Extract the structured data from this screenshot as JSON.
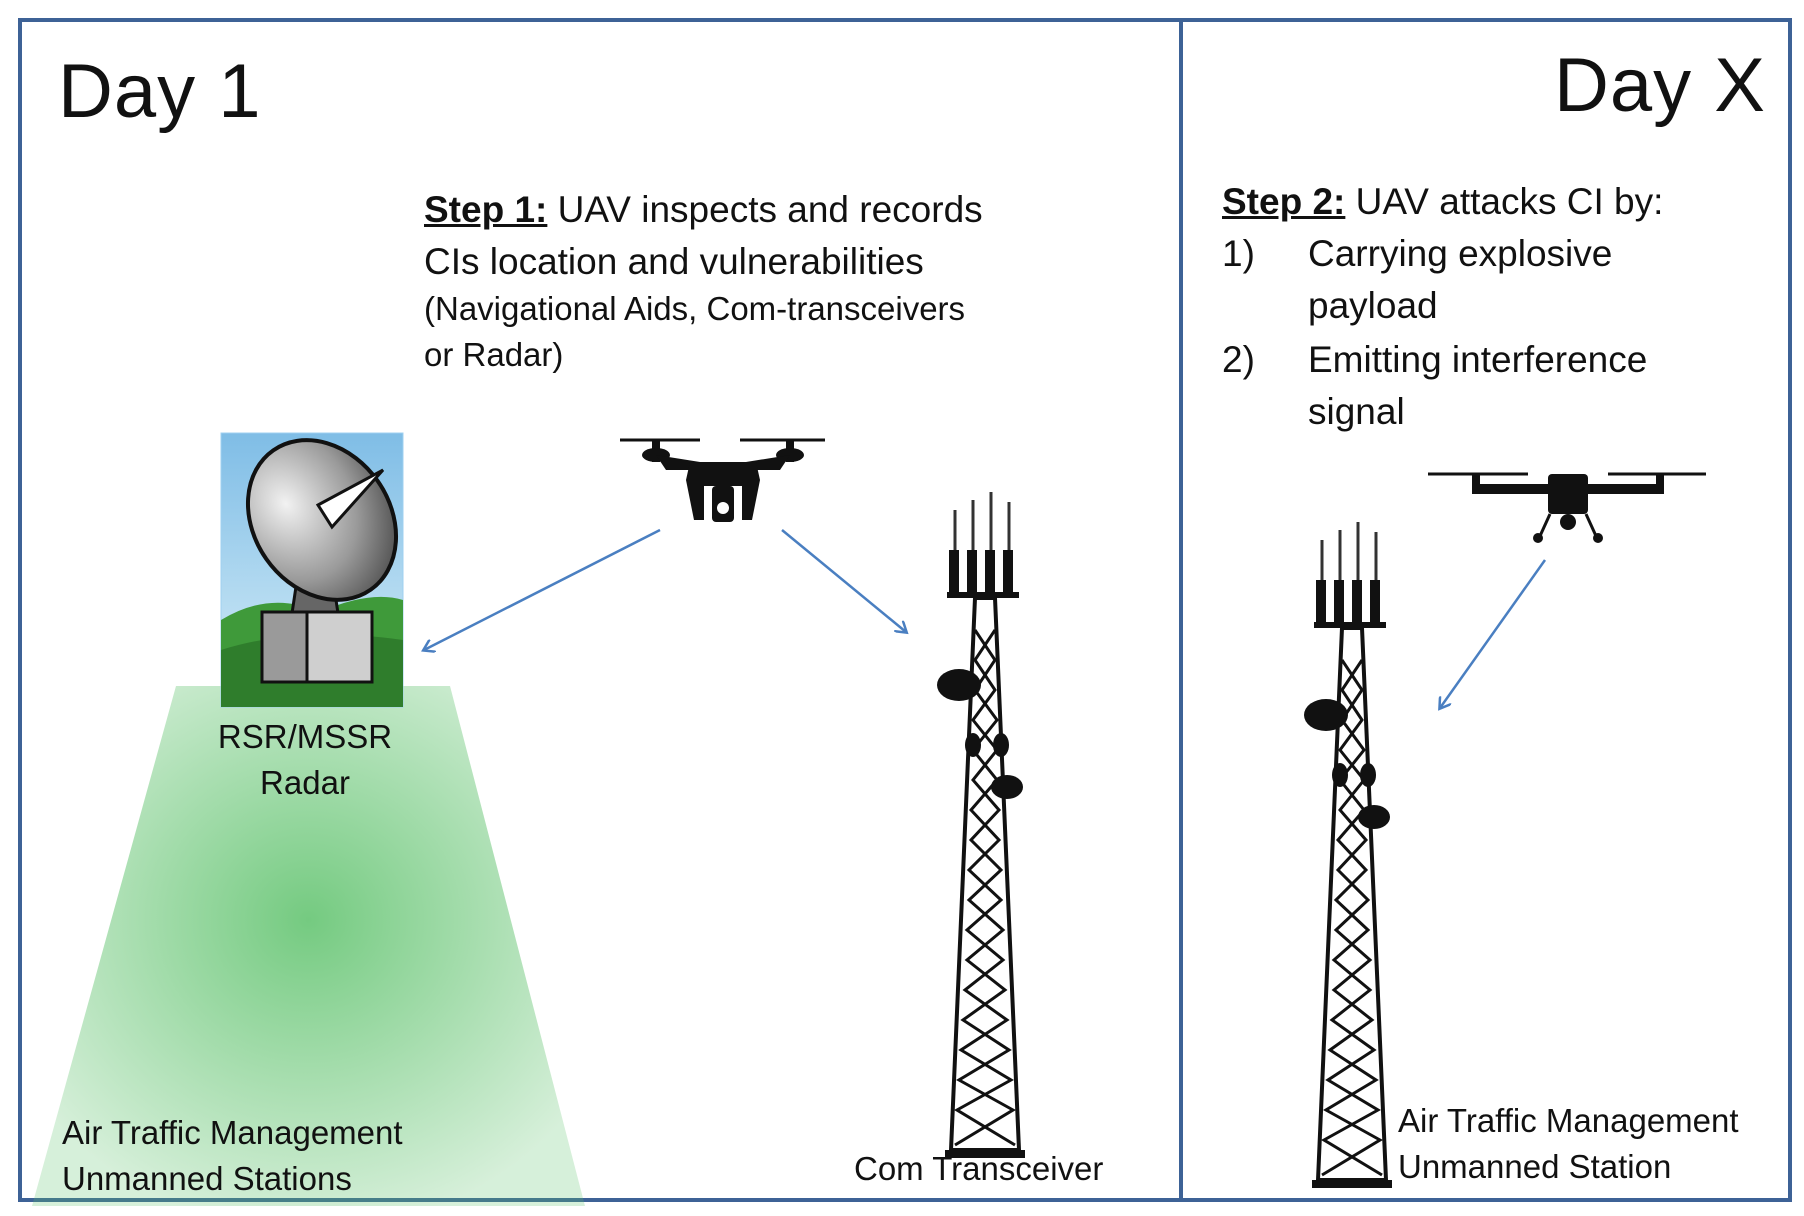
{
  "panels": {
    "day1": {
      "title": "Day 1",
      "step_head": "Step 1:",
      "step_text_line1": " UAV inspects and records",
      "step_text_line2": "CIs location and vulnerabilities",
      "examples_open": "(",
      "examples_italic_line1": "Navigational Aids, Com-transceivers",
      "examples_italic_line2": "or Radar",
      "examples_close": ")",
      "radar_label_line1": "RSR/MSSR",
      "radar_label_line2": "Radar",
      "atm_label_line1": "Air Traffic Management",
      "atm_label_line2": "Unmanned Stations",
      "tower_label": "Com Transceiver"
    },
    "dayx": {
      "title": "Day X",
      "step_head": "Step 2:",
      "step_text": " UAV attacks CI by:",
      "items": [
        {
          "num": "1)",
          "line1": "Carrying explosive",
          "line2": "payload"
        },
        {
          "num": "2)",
          "line1": "Emitting interference",
          "line2": "signal"
        }
      ],
      "station_label_line1": "Air Traffic Management",
      "station_label_line2": "Unmanned Station"
    }
  },
  "colors": {
    "frame": "#3d6296",
    "arrow": "#4a7fc1",
    "coverage": "#5cc16a",
    "radar_sky": "#9fd0f0",
    "radar_hills": "#3f9a3a"
  },
  "icons": [
    "drone-icon",
    "radar-dish-icon",
    "cell-tower-icon"
  ]
}
